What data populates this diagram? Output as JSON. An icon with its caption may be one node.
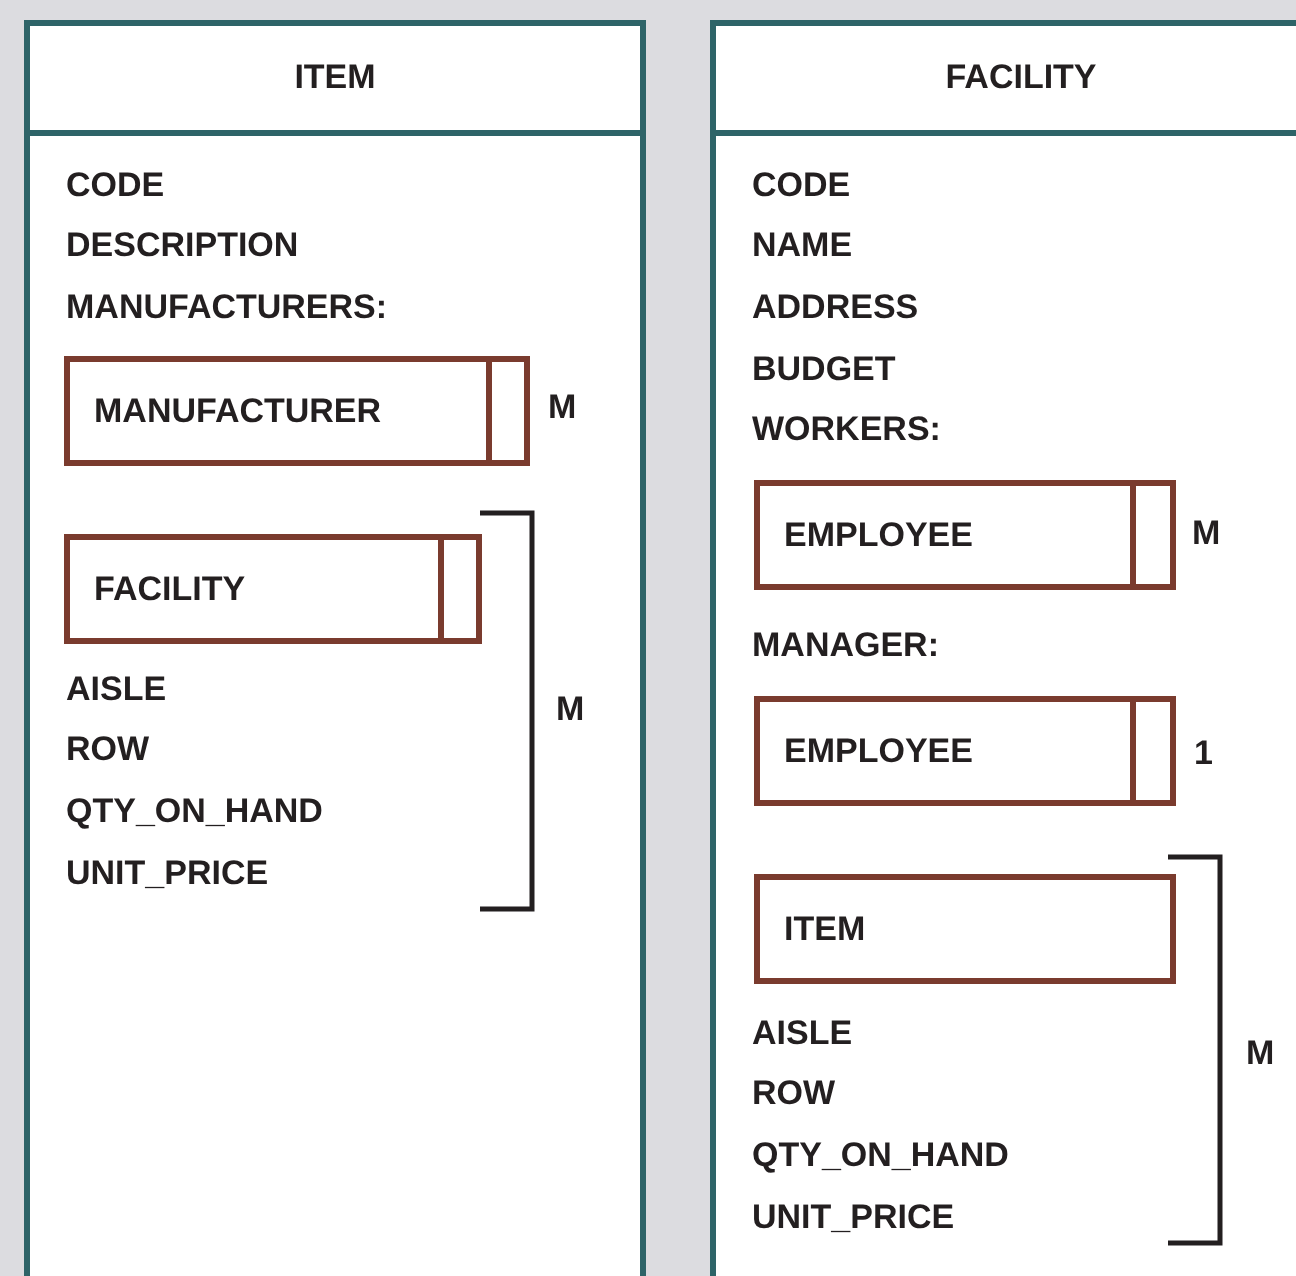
{
  "diagram": {
    "nodes": [
      {
        "text": [
          "ITEM",
          "CODE",
          "DESCRIPTION",
          "MANUFACTURERS:",
          "AISLE",
          "ROW",
          "QTY_ON_HAND",
          "UNIT_PRICE"
        ]
      },
      {
        "text": [
          "MANUFACTURER"
        ],
        "in": 0
      },
      {
        "text": [
          "FACILITY"
        ],
        "in": 0
      },
      {
        "text": [
          "FACILITY",
          "CODE",
          "NAME",
          "ADDRESS",
          "BUDGET",
          "WORKERS:",
          "MANAGER:",
          "AISLE",
          "ROW",
          "QTY_ON_HAND",
          "UNIT_PRICE"
        ]
      },
      {
        "text": [
          "EMPLOYEE"
        ],
        "in": 3
      },
      {
        "text": [
          "EMPLOYEE"
        ],
        "in": 3
      },
      {
        "text": [
          "ITEM"
        ],
        "in": 3
      }
    ],
    "edges": [],
    "labels": [
      "M",
      "M",
      "M",
      "1",
      "M"
    ]
  }
}
